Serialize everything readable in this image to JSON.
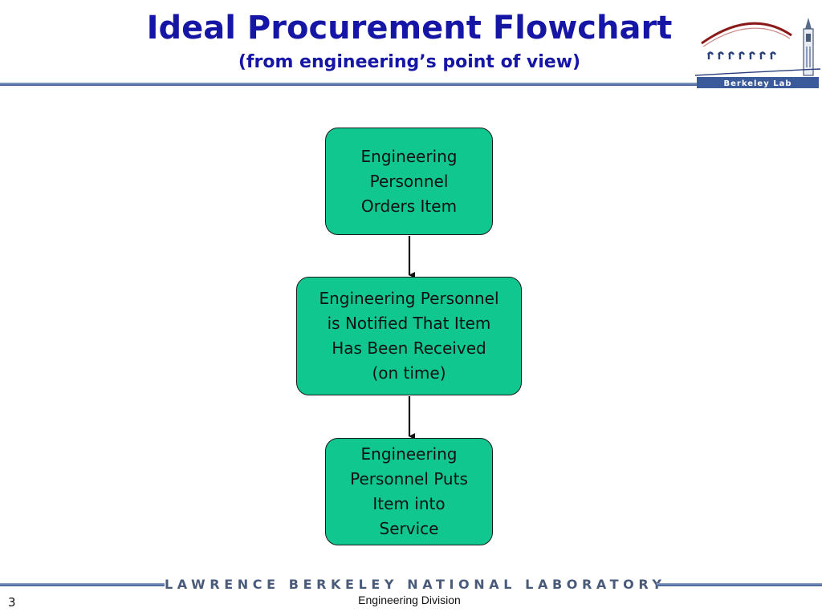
{
  "slide": {
    "title": "Ideal Procurement Flowchart",
    "subtitle": "(from engineering’s point of view)",
    "page_number": "3"
  },
  "logo": {
    "name": "Berkeley Lab",
    "text": "Berkeley Lab"
  },
  "flowchart": {
    "nodes": [
      {
        "id": "order",
        "lines": [
          "Engineering",
          "Personnel",
          "Orders Item"
        ]
      },
      {
        "id": "notified",
        "lines": [
          "Engineering Personnel",
          "is Notified That Item",
          "Has Been Received",
          "(on time)"
        ]
      },
      {
        "id": "service",
        "lines": [
          "Engineering",
          "Personnel Puts",
          "Item into",
          "Service"
        ]
      }
    ],
    "edges": [
      {
        "from": "order",
        "to": "notified"
      },
      {
        "from": "notified",
        "to": "service"
      }
    ]
  },
  "footer": {
    "organization": "Lawrence Berkeley National Laboratory",
    "division": "Engineering Division"
  },
  "colors": {
    "title": "#1616a6",
    "node_fill": "#10c88f",
    "node_border": "#1a1a1a",
    "rule": "#3d5a98"
  }
}
